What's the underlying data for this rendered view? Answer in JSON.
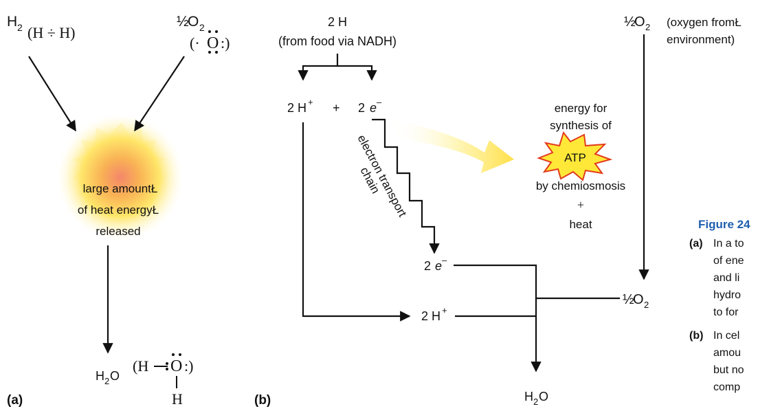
{
  "panel_a": {
    "label": "(a)",
    "h2_reactant": "H",
    "h2_reactant_sub": "2",
    "h2_lewis": "(H ÷ H)",
    "o2_reactant_frac": "½",
    "o2_reactant_o": "O",
    "o2_reactant_sub": "2",
    "o2_lewis_open": "(·",
    "o2_lewis_o": "O",
    "o2_lewis_close": ":)",
    "heat_line1": "large amountŁ",
    "heat_line2": "of heat energyŁ",
    "heat_line3": "released",
    "product_h": "H",
    "product_sub": "2",
    "product_o": "O",
    "water_lewis_open": "(H",
    "water_lewis_o": "O",
    "water_lewis_close": ":)",
    "water_lewis_h": "H"
  },
  "panel_b": {
    "label": "(b)",
    "source_title": "2 H",
    "source_subtitle": "(from food via NADH)",
    "proton_label": "2 H",
    "proton_sup": "+",
    "plus": "+",
    "electron_count": "2",
    "electron_symbol": "e",
    "electron_sup": "–",
    "chain_line1": "electron transport",
    "chain_line2": "chain",
    "energy_line1": "energy for",
    "energy_line2": "synthesis of",
    "atp_label": "ATP",
    "energy_line3": "by chemiosmosis",
    "energy_plus": "+",
    "energy_line4": "heat",
    "electron_bottom_count": "2",
    "electron_bottom_symbol": "e",
    "electron_bottom_sup": "–",
    "proton_bottom_label": "2 H",
    "proton_bottom_sup": "+",
    "oxygen_top_frac": "½",
    "oxygen_top_o": "O",
    "oxygen_top_sub": "2",
    "oxygen_top_note_line1": "(oxygen fromŁ",
    "oxygen_top_note_line2": "environment)",
    "oxygen_right_frac": "½",
    "oxygen_right_o": "O",
    "oxygen_right_sub": "2",
    "water_h": "H",
    "water_sub": "2",
    "water_o": "O"
  },
  "figure": {
    "caption_title": "Figure 24",
    "item_a_label": "(a)",
    "item_a_lines": [
      "In a to",
      "of ene",
      "and li",
      "hydro",
      "to for"
    ],
    "item_b_label": "(b)",
    "item_b_lines": [
      "In cel",
      "amou",
      "but no",
      "comp"
    ]
  },
  "colors": {
    "caption_blue": "#1f5fae",
    "atp_star_fill": "#ffe838",
    "atp_star_stroke": "#e23b1c",
    "glow_core": "#f7a04a",
    "glow_outer": "#fff6a8",
    "energy_arrow": "#ffe04a"
  }
}
